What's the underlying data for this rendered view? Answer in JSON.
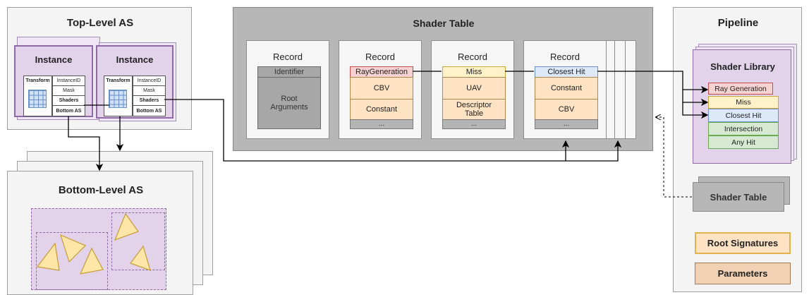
{
  "top_level_as": {
    "title": "Top-Level AS",
    "instances": [
      {
        "title": "Instance",
        "transform": "Transform",
        "instance_id": "InstanceID",
        "mask": "Mask",
        "shaders": "Shaders",
        "bottom_as": "Bottom AS"
      },
      {
        "title": "Instance",
        "transform": "Transform",
        "instance_id": "InstanceID",
        "mask": "Mask",
        "shaders": "Shaders",
        "bottom_as": "Bottom AS"
      }
    ]
  },
  "bottom_level_as": {
    "title": "Bottom-Level AS"
  },
  "shader_table": {
    "title": "Shader Table",
    "records": [
      {
        "title": "Record",
        "fields": [
          "Identifier",
          "Root Arguments"
        ]
      },
      {
        "title": "Record",
        "fields": [
          "RayGeneration",
          "CBV",
          "Constant",
          "..."
        ]
      },
      {
        "title": "Record",
        "fields": [
          "Miss",
          "UAV",
          "Descriptor Table",
          "..."
        ]
      },
      {
        "title": "Record",
        "fields": [
          "Closest Hit",
          "Constant",
          "CBV",
          "..."
        ]
      }
    ]
  },
  "pipeline": {
    "title": "Pipeline",
    "shader_library": {
      "title": "Shader Library",
      "items": [
        "Ray Generation",
        "Miss",
        "Closest Hit",
        "Intersection",
        "Any Hit"
      ]
    },
    "shader_table_label": "Shader Table",
    "legend": [
      "Root Signatures",
      "Parameters"
    ]
  },
  "colors": {
    "red": "#c64c4c",
    "yellow": "#cfa83c",
    "blue": "#6a8fc9",
    "green": "#6aa84f",
    "orange": "#b0874a",
    "purple": "#8f6aa5"
  }
}
